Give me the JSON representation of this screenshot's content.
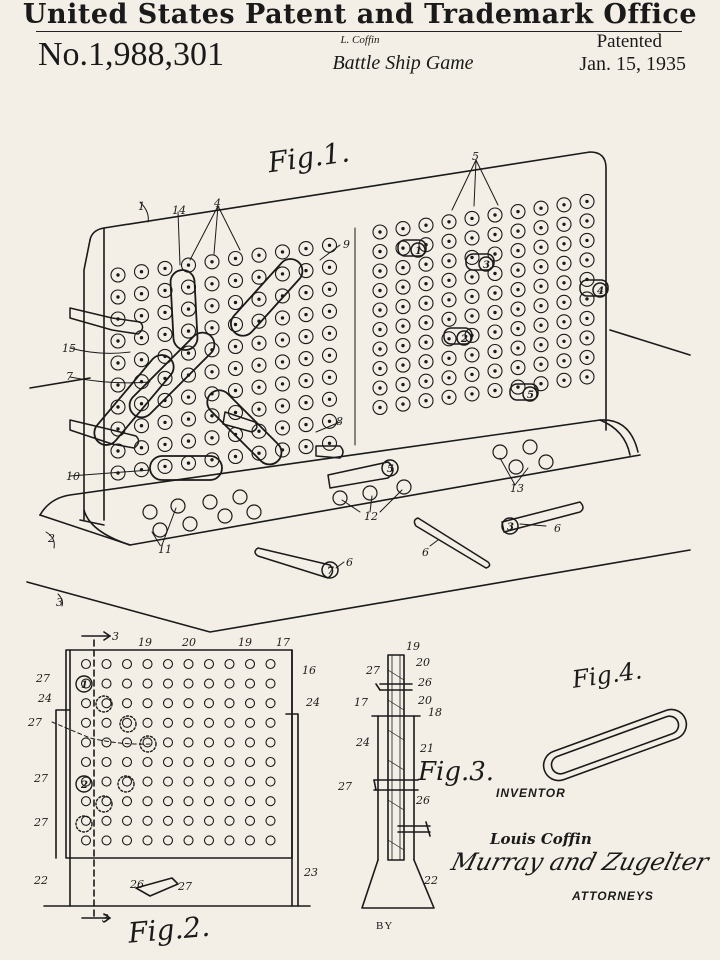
{
  "header": {
    "office": "United States Patent and Trademark Office",
    "patent_number": "No.1,988,301",
    "inventor_short": "L. Coffin",
    "invention": "Battle Ship Game",
    "status": "Patented",
    "date": "Jan. 15, 1935"
  },
  "figures": {
    "fig1": "Fig.1.",
    "fig2": "Fig.2.",
    "fig3": "Fig.3.",
    "fig4": "Fig.4."
  },
  "footer": {
    "inventor_label": "INVENTOR",
    "inventor_name": "Louis Coffin",
    "signature": "Murray and Zugelter",
    "attorneys_label": "ATTORNEYS",
    "by_label": "BY"
  },
  "colors": {
    "paper": "#f4efe6",
    "ink": "#1a1a1a"
  }
}
